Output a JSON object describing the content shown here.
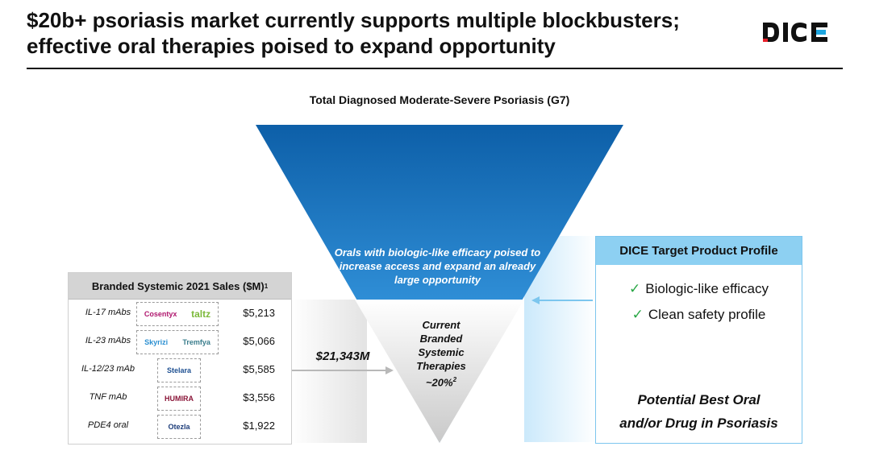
{
  "header": {
    "title_line1": "$20b+ psoriasis market currently supports multiple blockbusters;",
    "title_line2": "effective oral therapies poised to expand opportunity",
    "logo_text": "DICE"
  },
  "funnel": {
    "title": "Total Diagnosed Moderate-Severe Psoriasis (G7)",
    "orals_text": "Orals with biologic-like efficacy poised to increase access and expand an already large opportunity",
    "current_line1": "Current",
    "current_line2": "Branded",
    "current_line3": "Systemic",
    "current_line4": "Therapies",
    "current_share": "~20%",
    "current_sup": "2",
    "total_sales": "$21,343M"
  },
  "sales_table": {
    "heading": "Branded Systemic 2021 Sales ($M)",
    "heading_sup": "1",
    "rows": [
      {
        "class": "IL-17 mAbs",
        "brands": [
          "Cosentyx",
          "taltz"
        ],
        "value": "$5,213"
      },
      {
        "class": "IL-23 mAbs",
        "brands": [
          "Skyrizi",
          "Tremfya"
        ],
        "value": "$5,066"
      },
      {
        "class": "IL-12/23 mAb",
        "brands": [
          "Stelara"
        ],
        "value": "$5,585"
      },
      {
        "class": "TNF mAb",
        "brands": [
          "HUMIRA"
        ],
        "value": "$3,556"
      },
      {
        "class": "PDE4 oral",
        "brands": [
          "Otezla"
        ],
        "value": "$1,922"
      }
    ]
  },
  "tpp": {
    "heading": "DICE Target Product Profile",
    "items": [
      "Biologic-like efficacy",
      "Clean safety profile"
    ],
    "result_line1": "Potential Best Oral",
    "result_line2": "and/or Drug in Psoriasis"
  },
  "colors": {
    "funnel_top": "#0d5fa8",
    "funnel_bottom": "#9fd6f5",
    "tpp_head": "#8dd0f2",
    "check": "#28a745",
    "logo_accent_red": "#e8202a",
    "logo_accent_blue": "#1ea7e1"
  }
}
